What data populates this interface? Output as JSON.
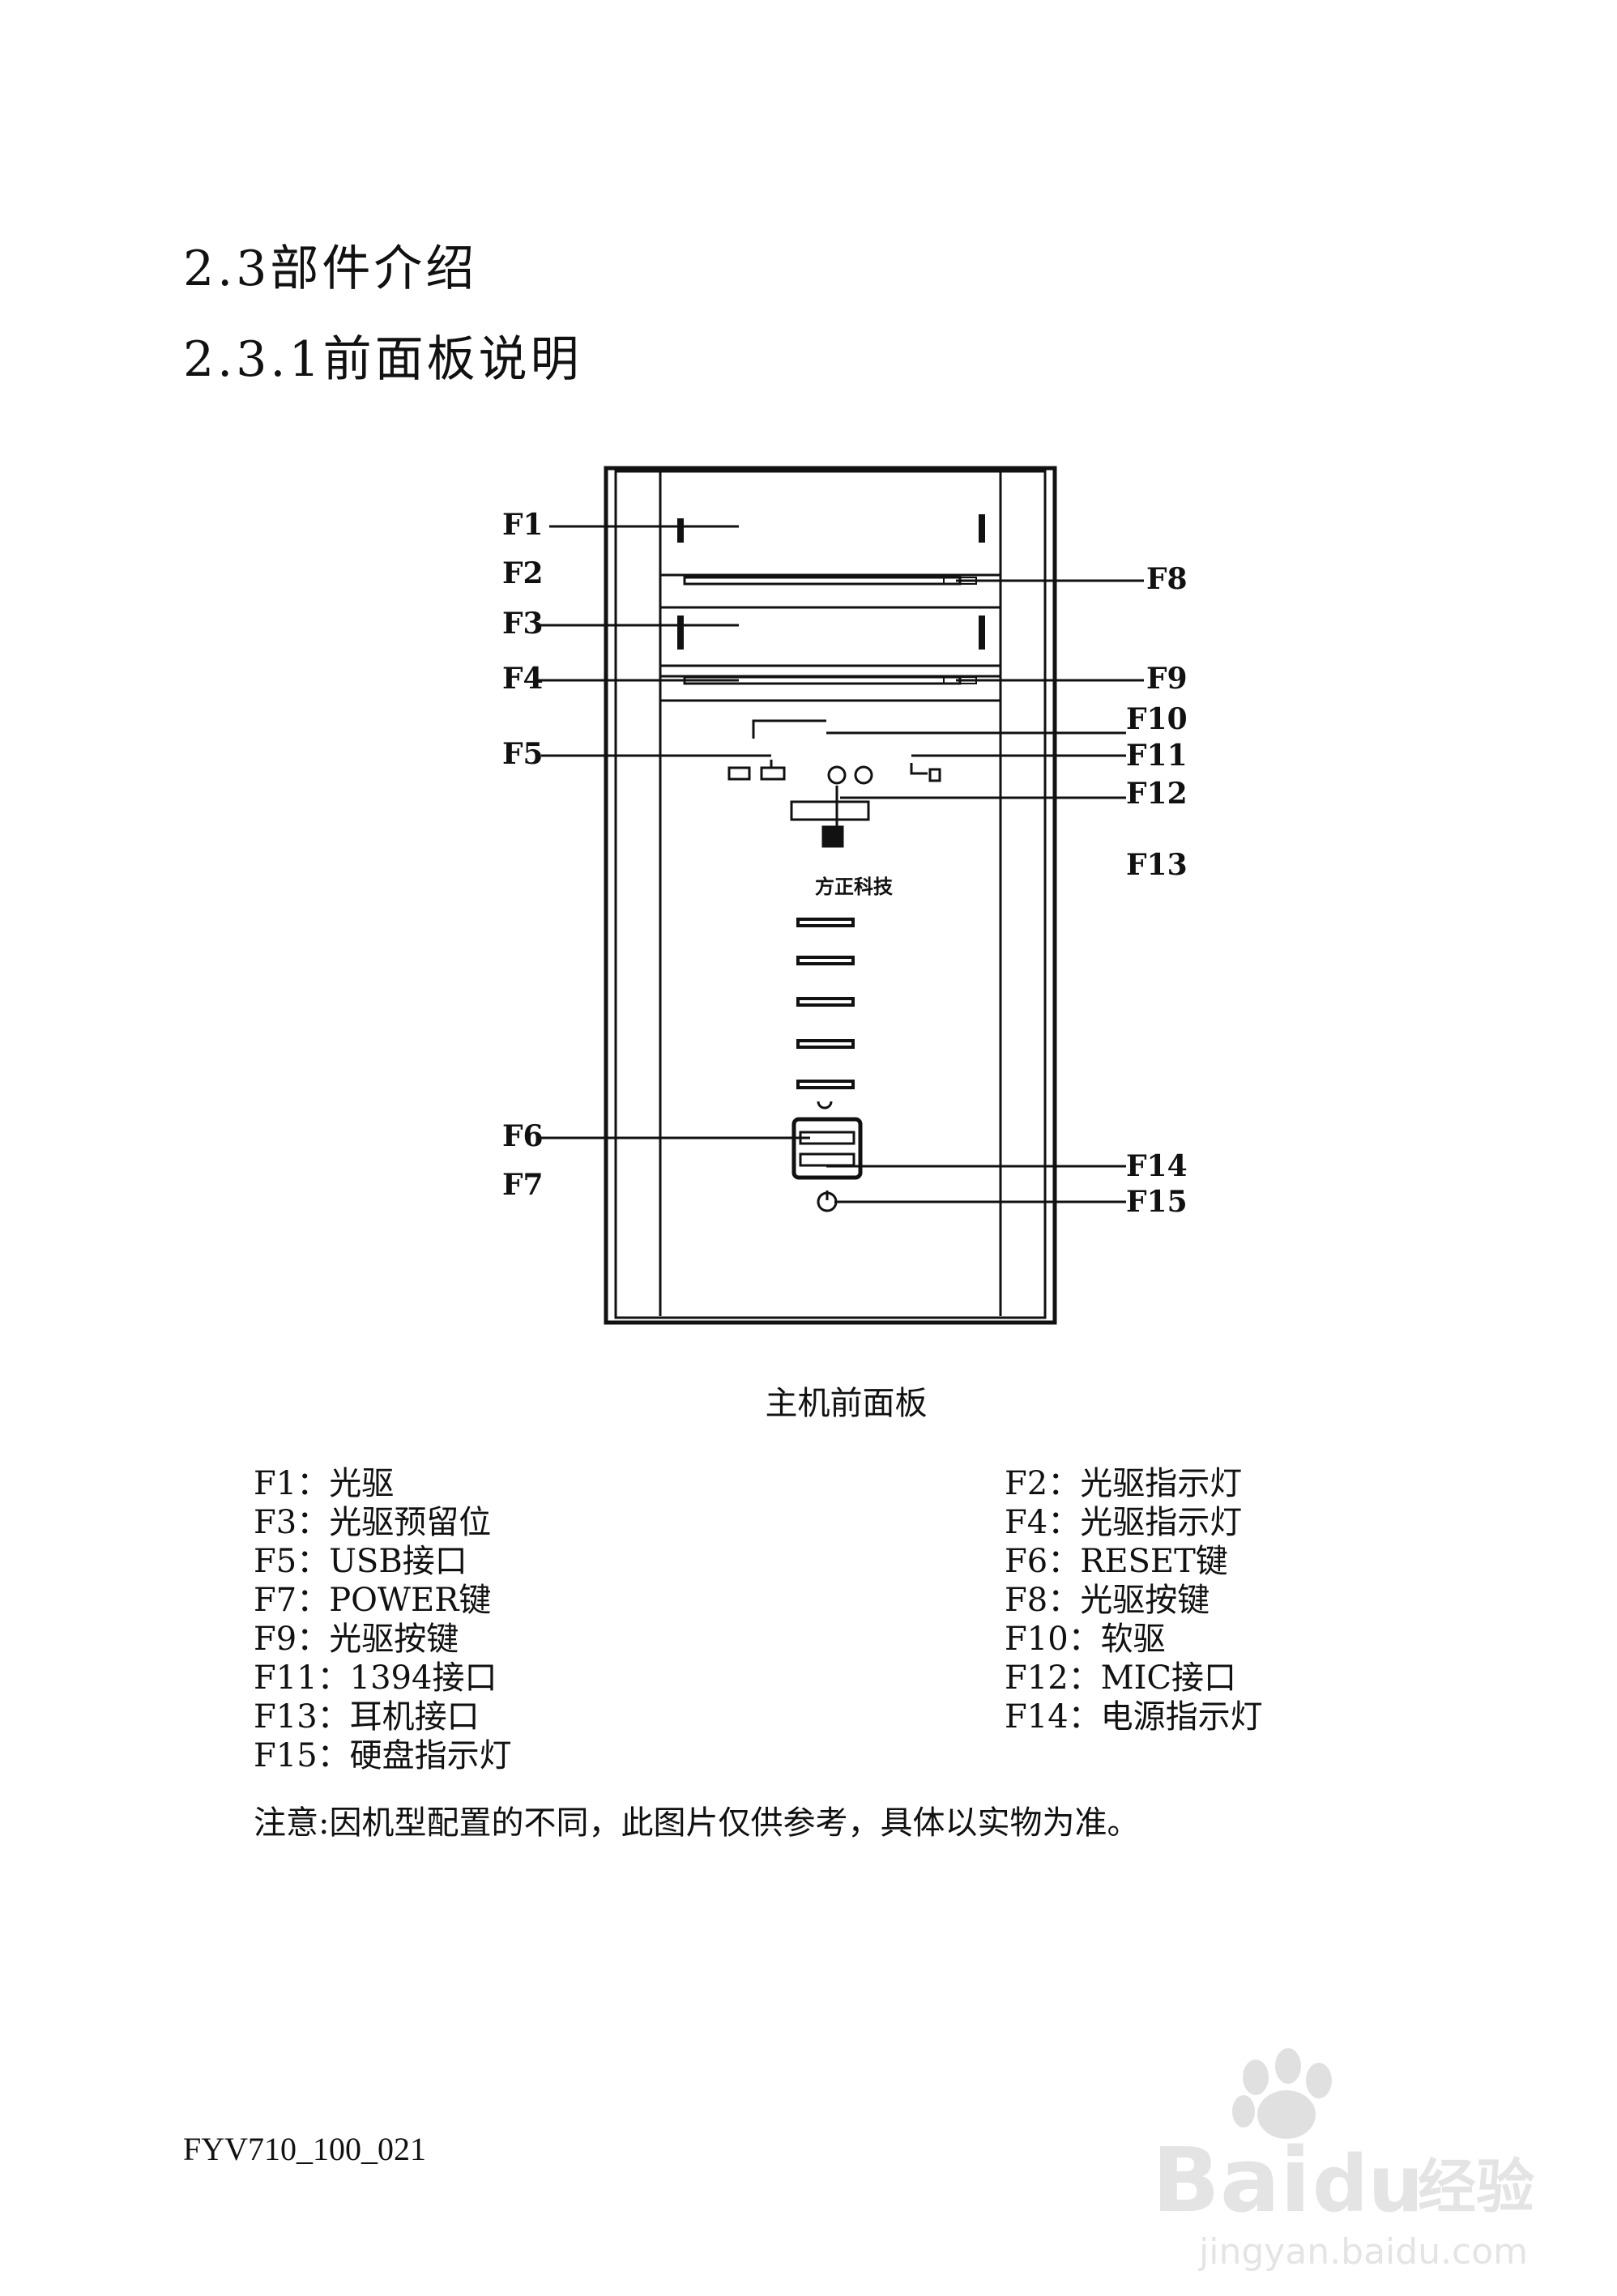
{
  "section_title": "2.3部件介绍",
  "subsection_title": "2.3.1前面板说明",
  "diagram": {
    "labels": [
      "F1",
      "F2",
      "F3",
      "F4",
      "F5",
      "F6",
      "F7",
      "F8",
      "F9",
      "F10",
      "F11",
      "F12",
      "F13",
      "F14",
      "F15"
    ],
    "brand_text": "方正科技"
  },
  "caption": "主机前面板",
  "legend_left": [
    "F1：光驱",
    "F3：光驱预留位",
    "F5：USB接口",
    "F7：POWER键",
    "F9：光驱按键",
    "F11：1394接口",
    "F13：耳机接口",
    "F15：硬盘指示灯"
  ],
  "legend_right": [
    "F2：光驱指示灯",
    "F4：光驱指示灯",
    "F6：RESET键",
    "F8：光驱按键",
    "F10：软驱",
    "F12：MIC接口",
    "F14：电源指示灯"
  ],
  "note": "注意:因机型配置的不同，此图片仅供参考，具体以实物为准。",
  "doc_code": "FYV710_100_021",
  "watermark": {
    "brand": "Bai",
    "paw": "du",
    "cn": "经验",
    "url": "jingyan.baidu.com"
  }
}
